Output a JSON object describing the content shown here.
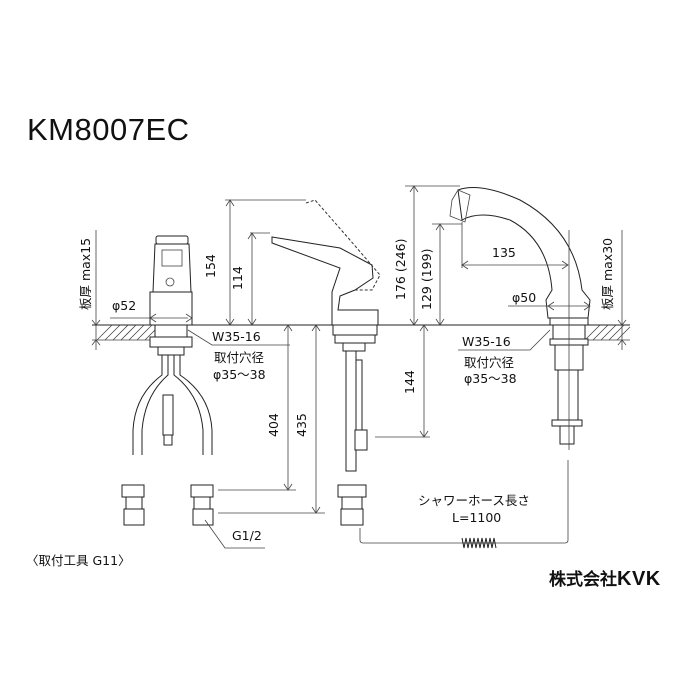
{
  "title": "KM8007EC",
  "company": {
    "name_jp": "株式会社",
    "logo": "KVK"
  },
  "tool_note": "〈取付工具 G11〉",
  "left_view": {
    "plate_thickness": "板厚 max15",
    "diameter": "φ52",
    "thread": "W35-16",
    "hole_label": "取付穴径",
    "hole_size": "φ35〜38",
    "connection": "G1/2"
  },
  "middle_view": {
    "height_total": "154",
    "height_spout": "114",
    "depth_404": "404",
    "depth_435": "435"
  },
  "right_view": {
    "height_176": "176 (246)",
    "height_129": "129 (199)",
    "reach": "135",
    "diameter": "φ50",
    "plate_thickness": "板厚 max30",
    "thread": "W35-16",
    "hole_label": "取付穴径",
    "hole_size": "φ35〜38",
    "depth_144": "144",
    "hose_label": "シャワーホース長さ",
    "hose_length": "L=1100"
  },
  "icons": {
    "cold_hot_knob": "circle-indicator",
    "dimension_arrow": "arrow"
  }
}
